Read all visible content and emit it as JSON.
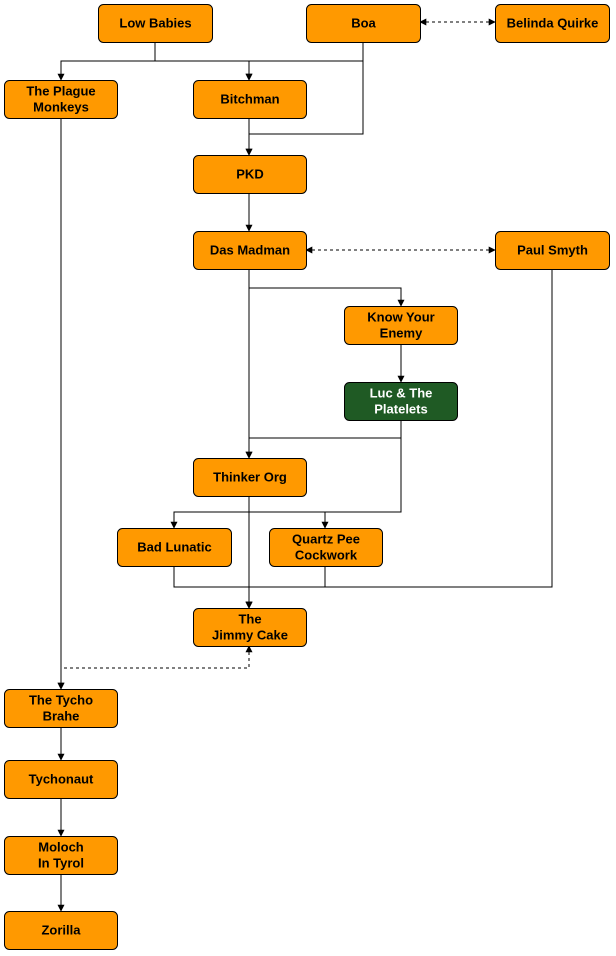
{
  "colors": {
    "default_fill": "#FF9900",
    "highlight_fill": "#1F5A24",
    "default_text": "#000000",
    "highlight_text": "#FFFFFF",
    "line": "#000000"
  },
  "nodes": [
    {
      "id": "low-babies",
      "lines": [
        "Low Babies"
      ]
    },
    {
      "id": "boa",
      "lines": [
        "Boa"
      ]
    },
    {
      "id": "belinda-quirke",
      "lines": [
        "Belinda Quirke"
      ]
    },
    {
      "id": "the-plague-monkeys",
      "lines": [
        "The Plague",
        "Monkeys"
      ]
    },
    {
      "id": "bitchman",
      "lines": [
        "Bitchman"
      ]
    },
    {
      "id": "pkd",
      "lines": [
        "PKD"
      ]
    },
    {
      "id": "das-madman",
      "lines": [
        "Das Madman"
      ]
    },
    {
      "id": "paul-smyth",
      "lines": [
        "Paul Smyth"
      ]
    },
    {
      "id": "know-your-enemy",
      "lines": [
        "Know Your",
        "Enemy"
      ]
    },
    {
      "id": "luc-and-the-platelets",
      "lines": [
        "Luc & The",
        "Platelets"
      ],
      "highlight": true
    },
    {
      "id": "thinker-org",
      "lines": [
        "Thinker Org"
      ]
    },
    {
      "id": "bad-lunatic",
      "lines": [
        "Bad Lunatic"
      ]
    },
    {
      "id": "quartz-pee-cockwork",
      "lines": [
        "Quartz Pee",
        "Cockwork"
      ]
    },
    {
      "id": "the-jimmy-cake",
      "lines": [
        "The",
        "Jimmy Cake"
      ]
    },
    {
      "id": "the-tycho-brahe",
      "lines": [
        "The Tycho",
        "Brahe"
      ]
    },
    {
      "id": "tychonaut",
      "lines": [
        "Tychonaut"
      ]
    },
    {
      "id": "moloch-in-tyrol",
      "lines": [
        "Moloch",
        "In Tyrol"
      ]
    },
    {
      "id": "zorilla",
      "lines": [
        "Zorilla"
      ]
    }
  ],
  "edges": [
    {
      "from": "low-babies",
      "to": "the-plague-monkeys",
      "type": "solid"
    },
    {
      "from": "low-babies",
      "to": "bitchman",
      "type": "solid"
    },
    {
      "from": "boa",
      "to": "bitchman",
      "type": "solid"
    },
    {
      "from": "boa",
      "to": "pkd",
      "type": "solid"
    },
    {
      "from": "bitchman",
      "to": "pkd",
      "type": "solid"
    },
    {
      "from": "boa",
      "to": "belinda-quirke",
      "type": "dashed",
      "arrows": "both"
    },
    {
      "from": "pkd",
      "to": "das-madman",
      "type": "solid"
    },
    {
      "from": "das-madman",
      "to": "paul-smyth",
      "type": "dashed",
      "arrows": "both"
    },
    {
      "from": "das-madman",
      "to": "know-your-enemy",
      "type": "solid"
    },
    {
      "from": "das-madman",
      "to": "thinker-org",
      "type": "solid"
    },
    {
      "from": "know-your-enemy",
      "to": "luc-and-the-platelets",
      "type": "solid"
    },
    {
      "from": "luc-and-the-platelets",
      "to": "thinker-org",
      "type": "solid"
    },
    {
      "from": "luc-and-the-platelets",
      "to": "bad-lunatic",
      "type": "solid"
    },
    {
      "from": "luc-and-the-platelets",
      "to": "quartz-pee-cockwork",
      "type": "solid"
    },
    {
      "from": "thinker-org",
      "to": "the-jimmy-cake",
      "type": "solid"
    },
    {
      "from": "bad-lunatic",
      "to": "the-jimmy-cake",
      "type": "solid"
    },
    {
      "from": "quartz-pee-cockwork",
      "to": "the-jimmy-cake",
      "type": "solid"
    },
    {
      "from": "paul-smyth",
      "to": "the-jimmy-cake",
      "type": "solid"
    },
    {
      "from": "the-plague-monkeys",
      "to": "the-tycho-brahe",
      "type": "solid"
    },
    {
      "from": "the-jimmy-cake",
      "to": "the-tycho-brahe",
      "type": "dashed",
      "arrows": "both"
    },
    {
      "from": "the-tycho-brahe",
      "to": "tychonaut",
      "type": "solid"
    },
    {
      "from": "tychonaut",
      "to": "moloch-in-tyrol",
      "type": "solid"
    },
    {
      "from": "moloch-in-tyrol",
      "to": "zorilla",
      "type": "solid"
    }
  ]
}
